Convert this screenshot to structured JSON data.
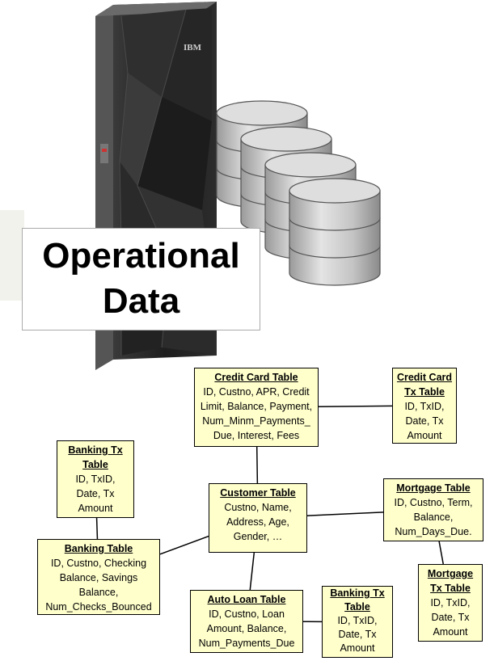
{
  "mainframe": {
    "brand": "IBM"
  },
  "operational_label": [
    "Operational",
    "Data"
  ],
  "tables": {
    "credit_card": {
      "title": "Credit Card Table",
      "fields": [
        "ID, Custno, APR, Credit",
        "Limit, Balance, Payment,",
        "Num_Minm_Payments_",
        "Due, Interest, Fees"
      ]
    },
    "credit_card_tx": {
      "title": [
        "Credit Card",
        "Tx Table"
      ],
      "fields": [
        "ID, TxID,",
        "Date, Tx",
        "Amount"
      ]
    },
    "banking_tx_top": {
      "title": [
        "Banking Tx",
        "Table"
      ],
      "fields": [
        "ID, TxID,",
        "Date, Tx",
        "Amount"
      ]
    },
    "customer": {
      "title": "Customer Table",
      "fields": [
        "Custno, Name,",
        "Address, Age,",
        "Gender,  …"
      ]
    },
    "mortgage": {
      "title": "Mortgage Table",
      "fields": [
        "ID, Custno, Term,",
        "Balance,",
        "Num_Days_Due."
      ]
    },
    "banking": {
      "title": "Banking Table",
      "fields": [
        "ID, Custno, Checking",
        "Balance, Savings",
        "Balance,",
        "Num_Checks_Bounced"
      ]
    },
    "mortgage_tx": {
      "title": [
        "Mortgage",
        "Tx Table"
      ],
      "fields": [
        "ID, TxID,",
        "Date, Tx",
        "Amount"
      ]
    },
    "auto_loan": {
      "title": "Auto Loan Table",
      "fields": [
        "ID, Custno, Loan",
        "Amount, Balance,",
        "Num_Payments_Due"
      ]
    },
    "banking_tx_bottom": {
      "title": [
        "Banking Tx",
        "Table"
      ],
      "fields": [
        "ID, TxID,",
        "Date, Tx",
        "Amount"
      ]
    }
  },
  "links": [
    [
      "credit_card",
      "credit_card_tx"
    ],
    [
      "credit_card",
      "customer"
    ],
    [
      "customer",
      "mortgage"
    ],
    [
      "customer",
      "banking"
    ],
    [
      "customer",
      "auto_loan"
    ],
    [
      "banking_tx_top",
      "banking"
    ],
    [
      "mortgage",
      "mortgage_tx"
    ],
    [
      "auto_loan",
      "banking_tx_bottom"
    ]
  ]
}
